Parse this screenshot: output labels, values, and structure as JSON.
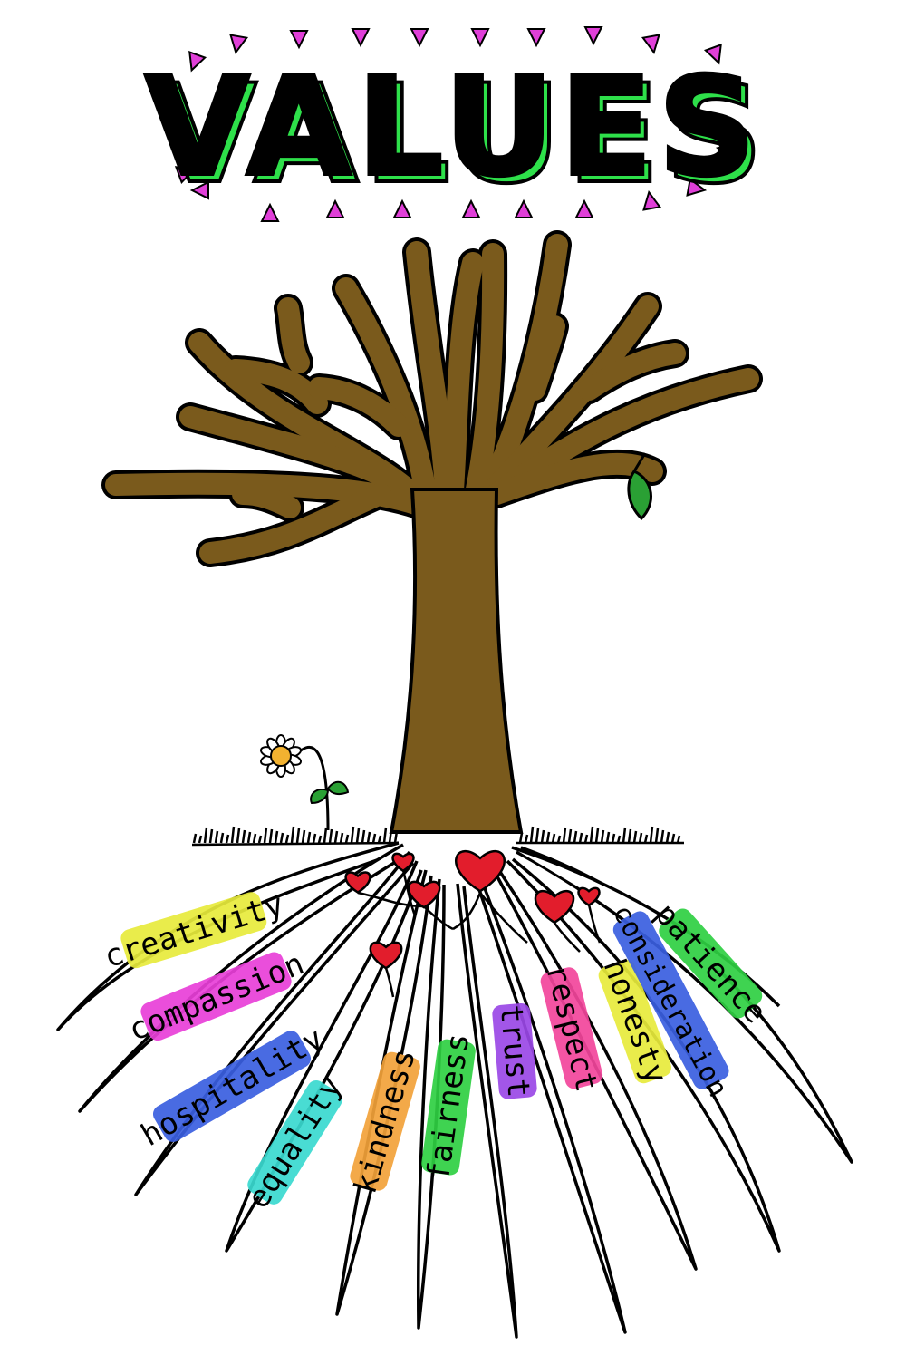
{
  "title": "VALUES",
  "colors": {
    "trunk": "#7a5a1c",
    "outline": "#000000",
    "title_accent": "#2ee04a",
    "spark": "#e03fd8",
    "heart": "#e21d2c",
    "leaf": "#2aa034",
    "flower_petal": "#ffffff",
    "flower_center": "#f2b230"
  },
  "values": [
    {
      "label": "creativity",
      "color": "#e7ea3c"
    },
    {
      "label": "compassion",
      "color": "#e83fd8"
    },
    {
      "label": "hospitality",
      "color": "#3a5ee0"
    },
    {
      "label": "equality",
      "color": "#3ad9cf"
    },
    {
      "label": "kindness",
      "color": "#f2a23a"
    },
    {
      "label": "fairness",
      "color": "#2fcf42"
    },
    {
      "label": "trust",
      "color": "#9a48e6"
    },
    {
      "label": "respect",
      "color": "#f2459b"
    },
    {
      "label": "honesty",
      "color": "#e7ea3c"
    },
    {
      "label": "consideration",
      "color": "#3a5ee0"
    },
    {
      "label": "patience",
      "color": "#2fcf42"
    }
  ]
}
